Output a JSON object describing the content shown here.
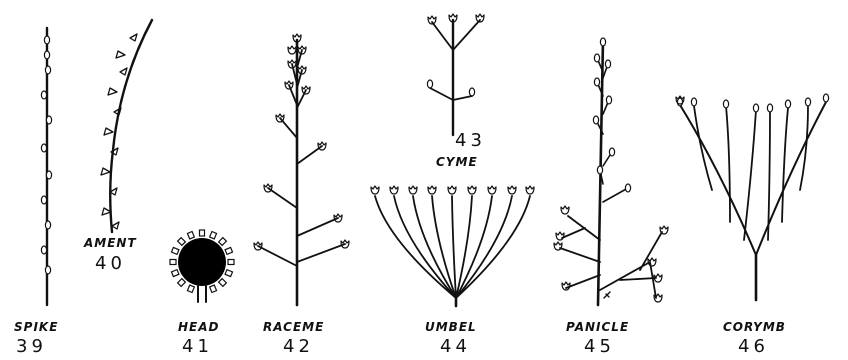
{
  "figures": [
    {
      "id": "spike",
      "name": "SPIKE",
      "number": "39"
    },
    {
      "id": "ament",
      "name": "AMENT",
      "number": "40"
    },
    {
      "id": "head",
      "name": "HEAD",
      "number": "41"
    },
    {
      "id": "raceme",
      "name": "RACEME",
      "number": "42"
    },
    {
      "id": "cyme",
      "name": "CYME",
      "number": "43"
    },
    {
      "id": "umbel",
      "name": "UMBEL",
      "number": "44"
    },
    {
      "id": "panicle",
      "name": "PANICLE",
      "number": "45"
    },
    {
      "id": "corymb",
      "name": "CORYMB",
      "number": "46"
    }
  ]
}
